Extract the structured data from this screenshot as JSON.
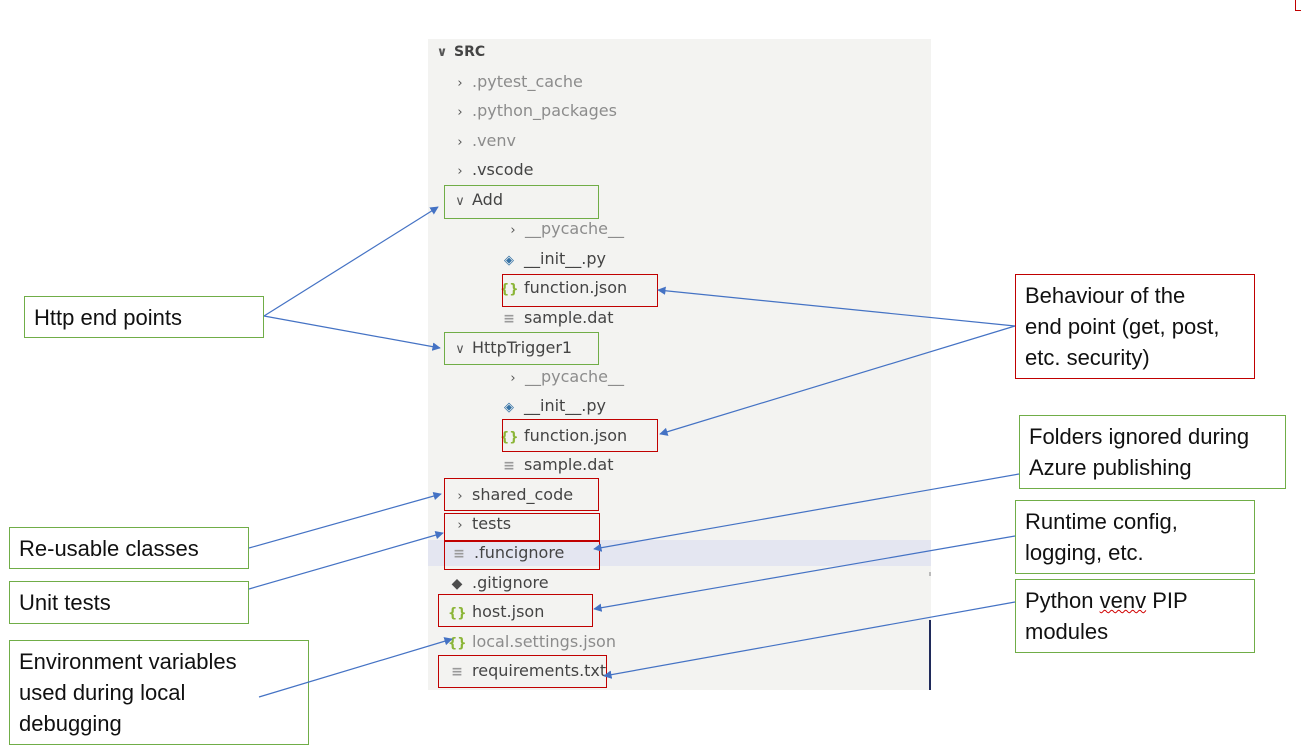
{
  "explorer": {
    "section_title": "SRC",
    "items": [
      {
        "label": ".pytest_cache",
        "kind": "folder",
        "collapsed": true,
        "dim": true
      },
      {
        "label": ".python_packages",
        "kind": "folder",
        "collapsed": true,
        "dim": true
      },
      {
        "label": ".venv",
        "kind": "folder",
        "collapsed": true,
        "dim": true
      },
      {
        "label": ".vscode",
        "kind": "folder",
        "collapsed": true,
        "dim": false
      },
      {
        "label": "Add",
        "kind": "folder",
        "collapsed": false,
        "dim": false
      },
      {
        "label": "__pycache__",
        "kind": "folder",
        "collapsed": true,
        "dim": true
      },
      {
        "label": "__init__.py",
        "kind": "python",
        "dim": false
      },
      {
        "label": "function.json",
        "kind": "json",
        "dim": false
      },
      {
        "label": "sample.dat",
        "kind": "text",
        "dim": false
      },
      {
        "label": "HttpTrigger1",
        "kind": "folder",
        "collapsed": false,
        "dim": false
      },
      {
        "label": "__pycache__",
        "kind": "folder",
        "collapsed": true,
        "dim": true
      },
      {
        "label": "__init__.py",
        "kind": "python",
        "dim": false
      },
      {
        "label": "function.json",
        "kind": "json",
        "dim": false
      },
      {
        "label": "sample.dat",
        "kind": "text",
        "dim": false
      },
      {
        "label": "shared_code",
        "kind": "folder",
        "collapsed": true,
        "dim": false
      },
      {
        "label": "tests",
        "kind": "folder",
        "collapsed": true,
        "dim": false
      },
      {
        "label": ".funcignore",
        "kind": "text",
        "dim": false
      },
      {
        "label": ".gitignore",
        "kind": "git",
        "dim": false
      },
      {
        "label": "host.json",
        "kind": "json",
        "dim": false
      },
      {
        "label": "local.settings.json",
        "kind": "json",
        "dim": true
      },
      {
        "label": "requirements.txt",
        "kind": "text",
        "dim": false
      }
    ]
  },
  "icons": {
    "folder_collapsed": "chevron-right-icon",
    "folder_expanded": "chevron-down-icon",
    "python": "python-icon",
    "json": "json-braces-icon",
    "text": "text-lines-icon",
    "git": "git-diamond-icon"
  },
  "callouts": {
    "http_end_points": "Http end points",
    "behaviour_line1": "Behaviour of the",
    "behaviour_line2": "end point (get, post,",
    "behaviour_line3": "etc. security)",
    "folders_ignored_line1": "Folders ignored during",
    "folders_ignored_line2": "Azure publishing",
    "runtime_line1": "Runtime config,",
    "runtime_line2": "logging, etc.",
    "python_venv_line1_a": "Python ",
    "python_venv_line1_b": "venv",
    "python_venv_line1_c": " PIP",
    "python_venv_line2": "modules",
    "reusable": "Re-usable classes",
    "unit_tests": "Unit tests",
    "env_line1": "Environment variables",
    "env_line2": "used during local",
    "env_line3": "debugging"
  },
  "colors": {
    "green_box": "#70ad47",
    "red_box": "#c00000",
    "arrow": "#4472c4",
    "json_icon": "#8bb537",
    "python_icon": "#3572a5"
  }
}
